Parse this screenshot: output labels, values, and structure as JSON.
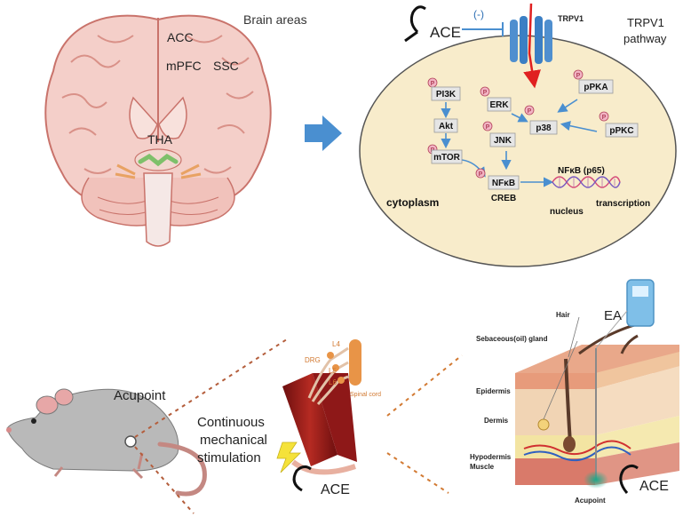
{
  "brain": {
    "title": "Brain areas",
    "labels": {
      "acc": "ACC",
      "mpfc": "mPFC",
      "ssc": "SSC",
      "tha": "THA"
    }
  },
  "pathway": {
    "title_line1": "TRPV1",
    "title_line2": "pathway",
    "ace_label": "ACE",
    "inhibit_label": "(-)",
    "channel_label": "TRPV1",
    "phospho_marker": "P",
    "proteins": {
      "pi3k": "PI3K",
      "akt": "Akt",
      "mtor": "mTOR",
      "erk": "ERK",
      "jnk": "JNK",
      "p38": "p38",
      "ppka": "pPKA",
      "ppkc": "pPKC",
      "nfkb": "NFκB",
      "creb": "CREB"
    },
    "nfkb_p65": "NFκB (p65)",
    "cytoplasm": "cytoplasm",
    "nucleus": "nucleus",
    "transcription": "transcription"
  },
  "mouse": {
    "acupoint_label": "Acupoint",
    "stimulation_line1": "Continuous",
    "stimulation_line2": "mechanical",
    "stimulation_line3": "stimulation",
    "ace_label": "ACE"
  },
  "nerve": {
    "l4": "L4",
    "l5": "L5",
    "l6": "L6",
    "drg": "DRG",
    "spinal_cord": "Spinal cord"
  },
  "skin": {
    "ea_label": "EA",
    "hair": "Hair",
    "sebaceous": "Sebaceous(oil) gland",
    "epidermis": "Epidermis",
    "dermis": "Dermis",
    "hypodermis": "Hypodermis",
    "muscle": "Muscle",
    "acupoint": "Acupoint",
    "ace_label": "ACE"
  },
  "colors": {
    "brain_fill": "#f4cfc9",
    "brain_stroke": "#c9736b",
    "cell_fill": "#f8eccb",
    "arrow_blue": "#4a8fd0",
    "channel_blue": "#4f8fcf",
    "trpv1_red": "#e02020",
    "protein_box": "#e5e5e5",
    "phospho": "#f2b4c4",
    "mouse_gray": "#b9b9b9",
    "muscle_red": "#9b1c1c",
    "nerve_orange": "#e89447",
    "skin_epidermis": "#f0c59e",
    "skin_dermis": "#f1d4b4",
    "skin_fat": "#f3e4a2",
    "device_blue": "#7fbfe8"
  }
}
